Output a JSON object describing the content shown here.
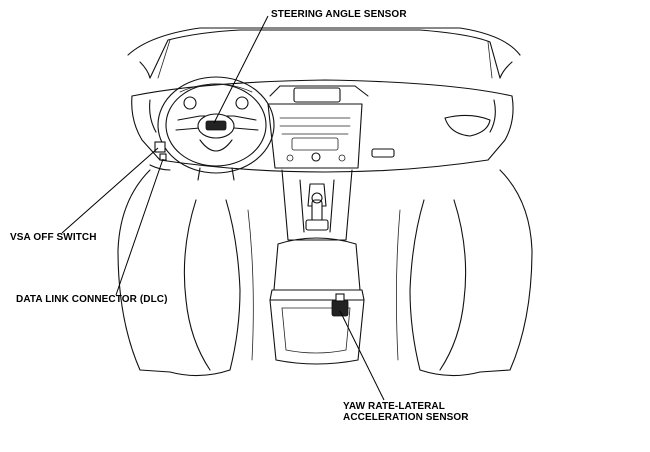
{
  "labels": {
    "steering_angle_sensor": "STEERING ANGLE SENSOR",
    "vsa_off_switch": "VSA OFF SWITCH",
    "data_link_connector": "DATA LINK CONNECTOR (DLC)",
    "yaw_rate_line1": "YAW RATE-LATERAL",
    "yaw_rate_line2": "ACCELERATION SENSOR"
  },
  "colors": {
    "line": "#111111",
    "background": "#ffffff"
  }
}
